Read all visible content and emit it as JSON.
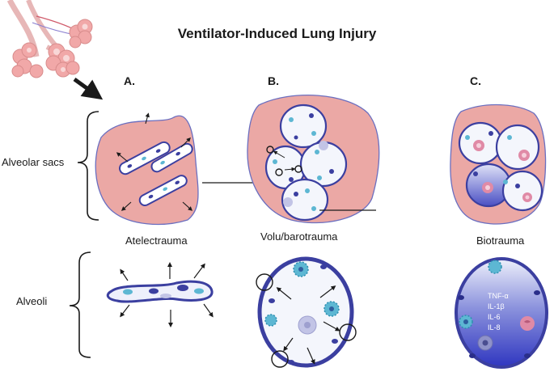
{
  "title": "Ventilator-Induced Lung Injury",
  "panels": [
    {
      "letter": "A.",
      "caption": "Atelectrauma"
    },
    {
      "letter": "B.",
      "caption": "Volu/barotrauma"
    },
    {
      "letter": "C.",
      "caption": "Biotrauma"
    }
  ],
  "row_labels": {
    "sacs": "Alveolar sacs",
    "alveoli": "Alveoli"
  },
  "cytokines": [
    "TNF-α",
    "IL-1β",
    "IL-6",
    "IL-8"
  ],
  "colors": {
    "sac_fill": "#eba8a5",
    "outline": "#5a63b8",
    "cell_dark": "#3b3fa0",
    "cell_light": "#5db7d3",
    "inflamed": "#e08aa6"
  }
}
